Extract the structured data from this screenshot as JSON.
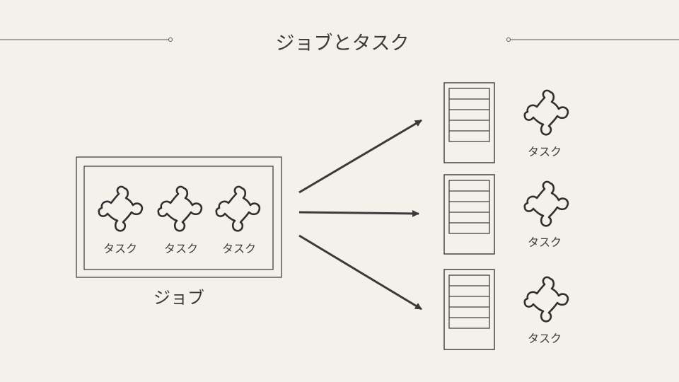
{
  "slide": {
    "title": "ジョブとタスク"
  },
  "job": {
    "label": "ジョブ",
    "tasks": [
      {
        "label": "タスク"
      },
      {
        "label": "タスク"
      },
      {
        "label": "タスク"
      }
    ]
  },
  "servers": [
    {
      "task_label": "タスク"
    },
    {
      "task_label": "タスク"
    },
    {
      "task_label": "タスク"
    }
  ],
  "colors": {
    "background": "#f3f1ea",
    "ink": "#3a3a3a"
  }
}
